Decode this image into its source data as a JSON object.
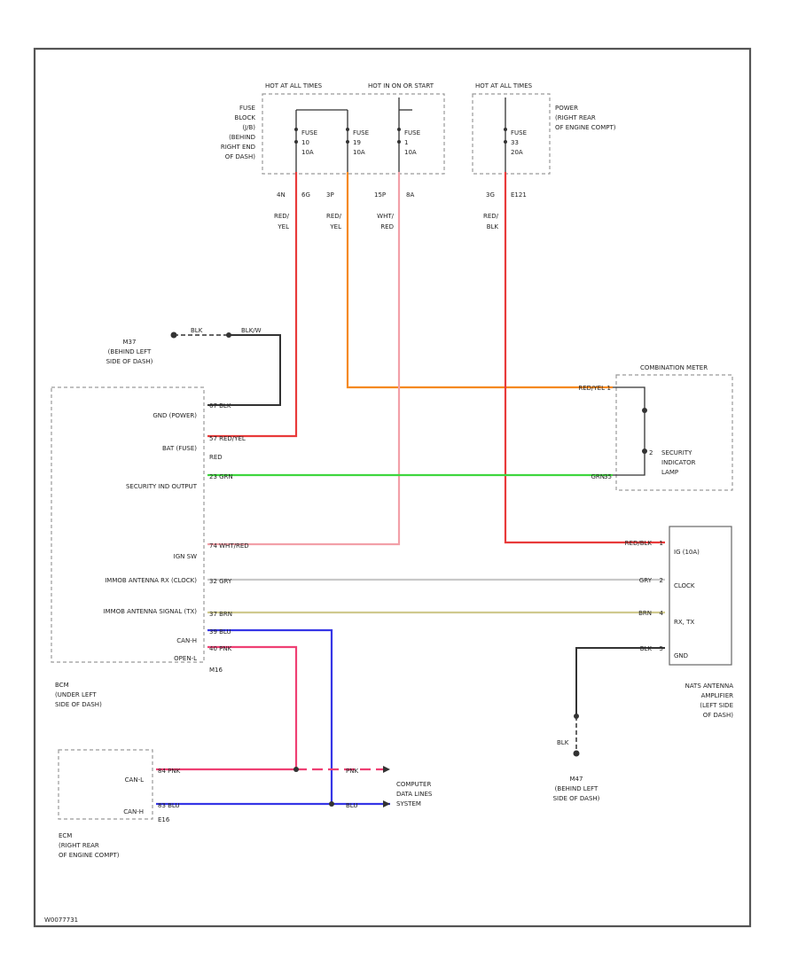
{
  "figure_id": "W0077731",
  "power": {
    "hot_at_all_times_1": "HOT AT ALL TIMES",
    "hot_in_on_start": "HOT IN ON OR START",
    "hot_at_all_times_2": "HOT AT ALL TIMES",
    "fuse_block": [
      "FUSE",
      "BLOCK",
      "(J/B)",
      "(BEHIND",
      "RIGHT END",
      "OF DASH)"
    ],
    "power_dist": [
      "POWER",
      "(RIGHT REAR",
      "OF ENGINE COMPT)"
    ],
    "fuses": [
      {
        "line1": "FUSE",
        "line2": "10",
        "line3": "10A"
      },
      {
        "line1": "FUSE",
        "line2": "19",
        "line3": "10A"
      },
      {
        "line1": "FUSE",
        "line2": "1",
        "line3": "10A"
      },
      {
        "line1": "FUSE",
        "line2": "33",
        "line3": "20A"
      }
    ],
    "terminals": [
      "4N",
      "6G",
      "3P",
      "15P",
      "8A",
      "3G",
      "E121"
    ]
  },
  "wire_colors": {
    "red_yel_1": [
      "RED/",
      "YEL"
    ],
    "red_yel_2": [
      "RED/",
      "YEL"
    ],
    "wht_red": [
      "WHT/",
      "RED"
    ],
    "red_blk": [
      "RED/",
      "BLK"
    ]
  },
  "ground_top": {
    "label": [
      "M37",
      "(BEHIND LEFT",
      "SIDE OF DASH)"
    ],
    "wire1": "BLK",
    "wire2": "BLK/W"
  },
  "bcm": {
    "pins": [
      {
        "name": "GND (POWER)",
        "wire": "67 BLK"
      },
      {
        "name": "BAT (FUSE)",
        "wire": "57 RED/YEL"
      },
      {
        "name": "SECURITY IND OUTPUT",
        "wire": "23 GRN"
      },
      {
        "name": "IGN SW",
        "wire": "74 WHT/RED"
      },
      {
        "name": "IMMOB ANTENNA RX (CLOCK)",
        "wire": "32 GRY"
      },
      {
        "name": "IMMOB ANTENNA SIGNAL (TX)",
        "wire": "37 BRN"
      },
      {
        "name": "CAN-H",
        "wire": "39 BLU"
      },
      {
        "name": "OPEN-L",
        "wire": "40 PNK"
      }
    ],
    "red_label": "RED",
    "m16": "M16",
    "label": [
      "BCM",
      "(UNDER LEFT",
      "SIDE OF DASH)"
    ]
  },
  "combination_meter": {
    "title": "COMBINATION METER",
    "wire_in": "RED/YEL",
    "wire_out": "GRN",
    "pin_in": "1",
    "pin_mid": "2",
    "pin_out": "35",
    "lamp": [
      "SECURITY",
      "INDICATOR",
      "LAMP"
    ]
  },
  "nats": {
    "pins": [
      {
        "name": "IG (10A)",
        "wire": "RED/BLK",
        "no": "1"
      },
      {
        "name": "CLOCK",
        "wire": "GRY",
        "no": "2"
      },
      {
        "name": "RX, TX",
        "wire": "BRN",
        "no": "4"
      },
      {
        "name": "GND",
        "wire": "BLK",
        "no": "5"
      }
    ],
    "label": [
      "NATS ANTENNA",
      "AMPLIFIER",
      "(LEFT SIDE",
      "OF DASH)"
    ]
  },
  "ecm": {
    "pins": [
      {
        "name": "CAN-L",
        "wire": "84 PNK"
      },
      {
        "name": "CAN-H",
        "wire": "83 BLU"
      }
    ],
    "e16": "E16",
    "label": [
      "ECM",
      "(RIGHT REAR",
      "OF ENGINE COMPT)"
    ]
  },
  "computer_data_lines": {
    "wire1": "PNK",
    "wire2": "BLU",
    "label": [
      "COMPUTER",
      "DATA LINES",
      "SYSTEM"
    ]
  },
  "ground_bottom": {
    "wire": "BLK",
    "label": [
      "M47",
      "(BEHIND LEFT",
      "SIDE OF DASH)"
    ]
  },
  "colors": {
    "red": "#e83a3a",
    "orange": "#f5891f",
    "green": "#3ed63e",
    "pink_light": "#f2a0a8",
    "pink": "#ef3f73",
    "blue": "#3636e6",
    "gray_wire": "#c8c8c8",
    "olive": "#cfc98e",
    "black": "#333333",
    "dash": "#9a9a9a"
  }
}
